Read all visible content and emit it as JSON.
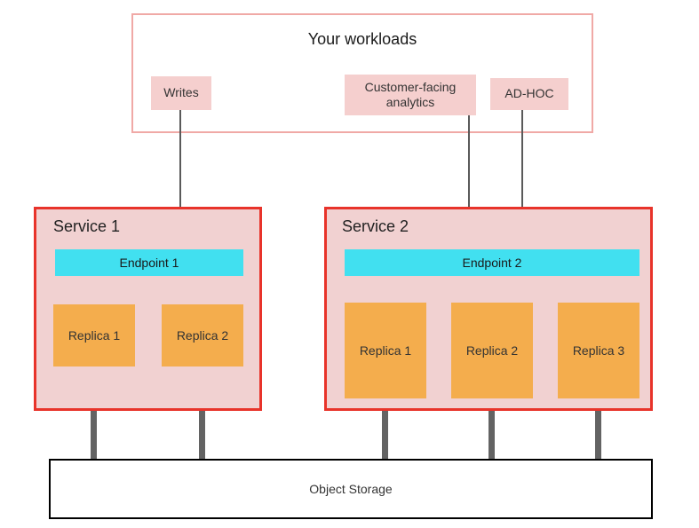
{
  "diagram": {
    "workloads": {
      "title": "Your workloads",
      "writes_label": "Writes",
      "analytics_label": "Customer-facing analytics",
      "adhoc_label": "AD-HOC"
    },
    "services": [
      {
        "name": "Service 1",
        "endpoint": "Endpoint 1",
        "replicas": [
          "Replica 1",
          "Replica 2"
        ]
      },
      {
        "name": "Service 2",
        "endpoint": "Endpoint 2",
        "replicas": [
          "Replica 1",
          "Replica 2",
          "Replica 3"
        ]
      }
    ],
    "storage_label": "Object Storage",
    "colors": {
      "workloads_border": "#f0a9a6",
      "workload_item_bg": "#f5cfce",
      "service_border": "#e8332a",
      "service_bg": "#f1d1d1",
      "endpoint_bg": "#41e0f0",
      "replica_bg": "#f4ad4d",
      "connector": "#636363",
      "arrow": "#5a5a5a",
      "storage_border": "#000000"
    }
  }
}
